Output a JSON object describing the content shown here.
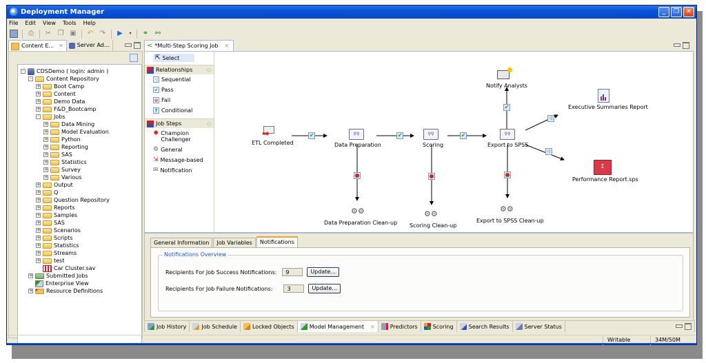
{
  "window": {
    "title": "Deployment Manager",
    "controls": [
      "minimize",
      "restore",
      "close"
    ]
  },
  "menu": [
    "File",
    "Edit",
    "View",
    "Tools",
    "Help"
  ],
  "toolbar": {
    "icons": [
      "save-icon",
      "print-icon",
      "cut-icon",
      "copy-icon",
      "paste-icon",
      "undo-icon",
      "redo-icon",
      "run-icon",
      "run-dropdown-icon",
      "add-step-icon",
      "add-relationship-icon"
    ]
  },
  "left_view": {
    "tabs": [
      {
        "label": "Content E...",
        "active": true
      },
      {
        "label": "Server Ad...",
        "active": false
      }
    ],
    "tree": [
      {
        "label": "CDSDemo ( login: admin )",
        "level": 0,
        "expander": "-",
        "icon": "server"
      },
      {
        "label": "Content Repository",
        "level": 1,
        "expander": "-",
        "icon": "folder"
      },
      {
        "label": "Boot Camp",
        "level": 2,
        "expander": "+",
        "icon": "folder"
      },
      {
        "label": "Content",
        "level": 2,
        "expander": "+",
        "icon": "folder"
      },
      {
        "label": "Demo Data",
        "level": 2,
        "expander": "+",
        "icon": "folder"
      },
      {
        "label": "F&D_Bootcamp",
        "level": 2,
        "expander": "+",
        "icon": "folder"
      },
      {
        "label": "Jobs",
        "level": 2,
        "expander": "-",
        "icon": "folder"
      },
      {
        "label": "Data Mining",
        "level": 3,
        "expander": "+",
        "icon": "folder"
      },
      {
        "label": "Model Evaluation",
        "level": 3,
        "expander": "+",
        "icon": "folder"
      },
      {
        "label": "Python",
        "level": 3,
        "expander": "+",
        "icon": "folder"
      },
      {
        "label": "Reporting",
        "level": 3,
        "expander": "+",
        "icon": "folder"
      },
      {
        "label": "SAS",
        "level": 3,
        "expander": "+",
        "icon": "folder"
      },
      {
        "label": "Statistics",
        "level": 3,
        "expander": "+",
        "icon": "folder"
      },
      {
        "label": "Survey",
        "level": 3,
        "expander": "+",
        "icon": "folder"
      },
      {
        "label": "Various",
        "level": 3,
        "expander": "+",
        "icon": "folder"
      },
      {
        "label": "Output",
        "level": 2,
        "expander": "+",
        "icon": "folder"
      },
      {
        "label": "Q",
        "level": 2,
        "expander": "+",
        "icon": "folder"
      },
      {
        "label": "Question Repository",
        "level": 2,
        "expander": "+",
        "icon": "folder"
      },
      {
        "label": "Reports",
        "level": 2,
        "expander": "+",
        "icon": "folder"
      },
      {
        "label": "Samples",
        "level": 2,
        "expander": "+",
        "icon": "folder"
      },
      {
        "label": "SAS",
        "level": 2,
        "expander": "+",
        "icon": "folder"
      },
      {
        "label": "Scenarios",
        "level": 2,
        "expander": "+",
        "icon": "folder"
      },
      {
        "label": "Scripts",
        "level": 2,
        "expander": "+",
        "icon": "folder"
      },
      {
        "label": "Statistics",
        "level": 2,
        "expander": "+",
        "icon": "folder"
      },
      {
        "label": "Streams",
        "level": 2,
        "expander": "+",
        "icon": "folder"
      },
      {
        "label": "test",
        "level": 2,
        "expander": "+",
        "icon": "folder"
      },
      {
        "label": "Car Cluster.sav",
        "level": 2,
        "expander": "",
        "icon": "data-file"
      },
      {
        "label": "Submitted Jobs",
        "level": 1,
        "expander": "+",
        "icon": "submitted-jobs"
      },
      {
        "label": "Enterprise View",
        "level": 1,
        "expander": "",
        "icon": "enterprise-view"
      },
      {
        "label": "Resource Definitions",
        "level": 1,
        "expander": "+",
        "icon": "resource-definitions"
      }
    ]
  },
  "editor": {
    "tab": {
      "label": "*Multi-Step Scoring Job"
    },
    "palette": {
      "select": "Select",
      "relationships_header": "Relationships",
      "relationships": [
        "Sequential",
        "Pass",
        "Fail",
        "Conditional"
      ],
      "job_steps_header": "Job Steps",
      "job_steps": [
        "Champion Challenger",
        "General",
        "Message-based",
        "Notification"
      ]
    },
    "diagram": {
      "nodes": {
        "etl": "ETL  Completed",
        "data_prep": "Data Preparation",
        "scoring": "Scoring",
        "export": "Export to SPSS",
        "notify": "Notify Analysts",
        "exec_report": "Executive Summaries Report",
        "perf_report": "Performance Report.sps",
        "data_prep_cleanup": "Data Preparation Clean-up",
        "scoring_cleanup": "Scoring Clean-up",
        "export_cleanup": "Export to SPSS Clean-up"
      }
    }
  },
  "properties": {
    "tabs": [
      {
        "label": "General Information",
        "active": false
      },
      {
        "label": "Job Variables",
        "active": false
      },
      {
        "label": "Notifications",
        "active": true
      }
    ],
    "group_title": "Notifications Overview",
    "success_label": "Recipients For Job Success Notifications:",
    "success_value": "9",
    "failure_label": "Recipients For Job Failure Notifications:",
    "failure_value": "3",
    "update_label": "Update..."
  },
  "bottom_tabs": [
    {
      "label": "Job History",
      "active": false
    },
    {
      "label": "Job Schedule",
      "active": false
    },
    {
      "label": "Locked Objects",
      "active": false
    },
    {
      "label": "Model Management",
      "active": true
    },
    {
      "label": "Predictors",
      "active": false
    },
    {
      "label": "Scoring",
      "active": false
    },
    {
      "label": "Search Results",
      "active": false
    },
    {
      "label": "Server Status",
      "active": false
    }
  ],
  "status": {
    "mode": "Writable",
    "memory": "34M/50M"
  },
  "colors": {
    "title_bar": "#0a53d8",
    "group_title": "#1a58d8",
    "active_tab_accent": "#f0a030",
    "fail": "#d42020",
    "pass": "#2a9a2a"
  }
}
